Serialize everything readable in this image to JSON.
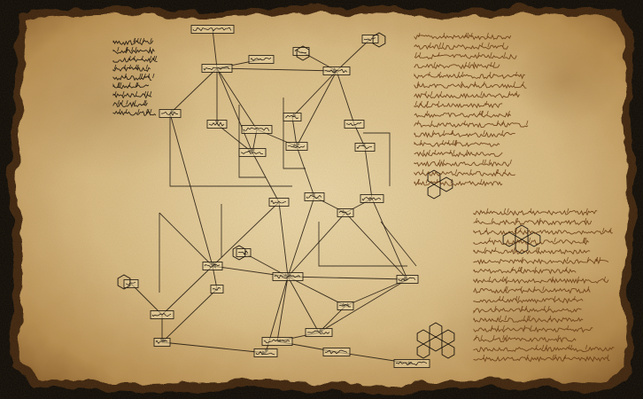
{
  "document": {
    "kind": "aged parchment scroll with hand-drawn schematic diagram and illegible script",
    "text_legibility": "none",
    "colors": {
      "background_black": "#0a0806",
      "parchment_light": "#e7d3a4",
      "parchment_mid": "#d2b27a",
      "parchment_dark": "#9c7038",
      "burn_edge": "#3a2410",
      "ink_black": "#1c140c",
      "ink_brown": "#6a3c14"
    }
  },
  "diagram": {
    "node_count": 30,
    "connector_style": "arrowed lines",
    "molecule_sketch_count": 6
  },
  "script_blocks": {
    "right_top_lines": 16,
    "right_bottom_lines": 16,
    "left_margin_lines": 9
  }
}
